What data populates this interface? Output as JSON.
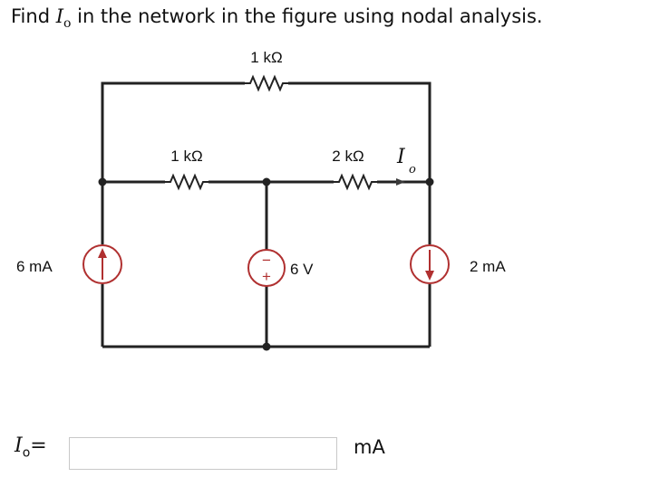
{
  "question": {
    "prefix": "Find ",
    "var": "I",
    "sub": "o",
    "suffix": " in the network in the figure using nodal analysis."
  },
  "circuit": {
    "r_top": "1 kΩ",
    "r_mid_left": "1 kΩ",
    "r_mid_right": "2 kΩ",
    "io_var": "I",
    "io_sub": "o",
    "src_left": "6 mA",
    "src_mid": "6 V",
    "src_mid_plus": "+",
    "src_mid_minus": "−",
    "src_right": "2 mA"
  },
  "answer": {
    "var": "I",
    "sub": "o",
    "equals": "=",
    "value": "",
    "unit": "mA"
  }
}
